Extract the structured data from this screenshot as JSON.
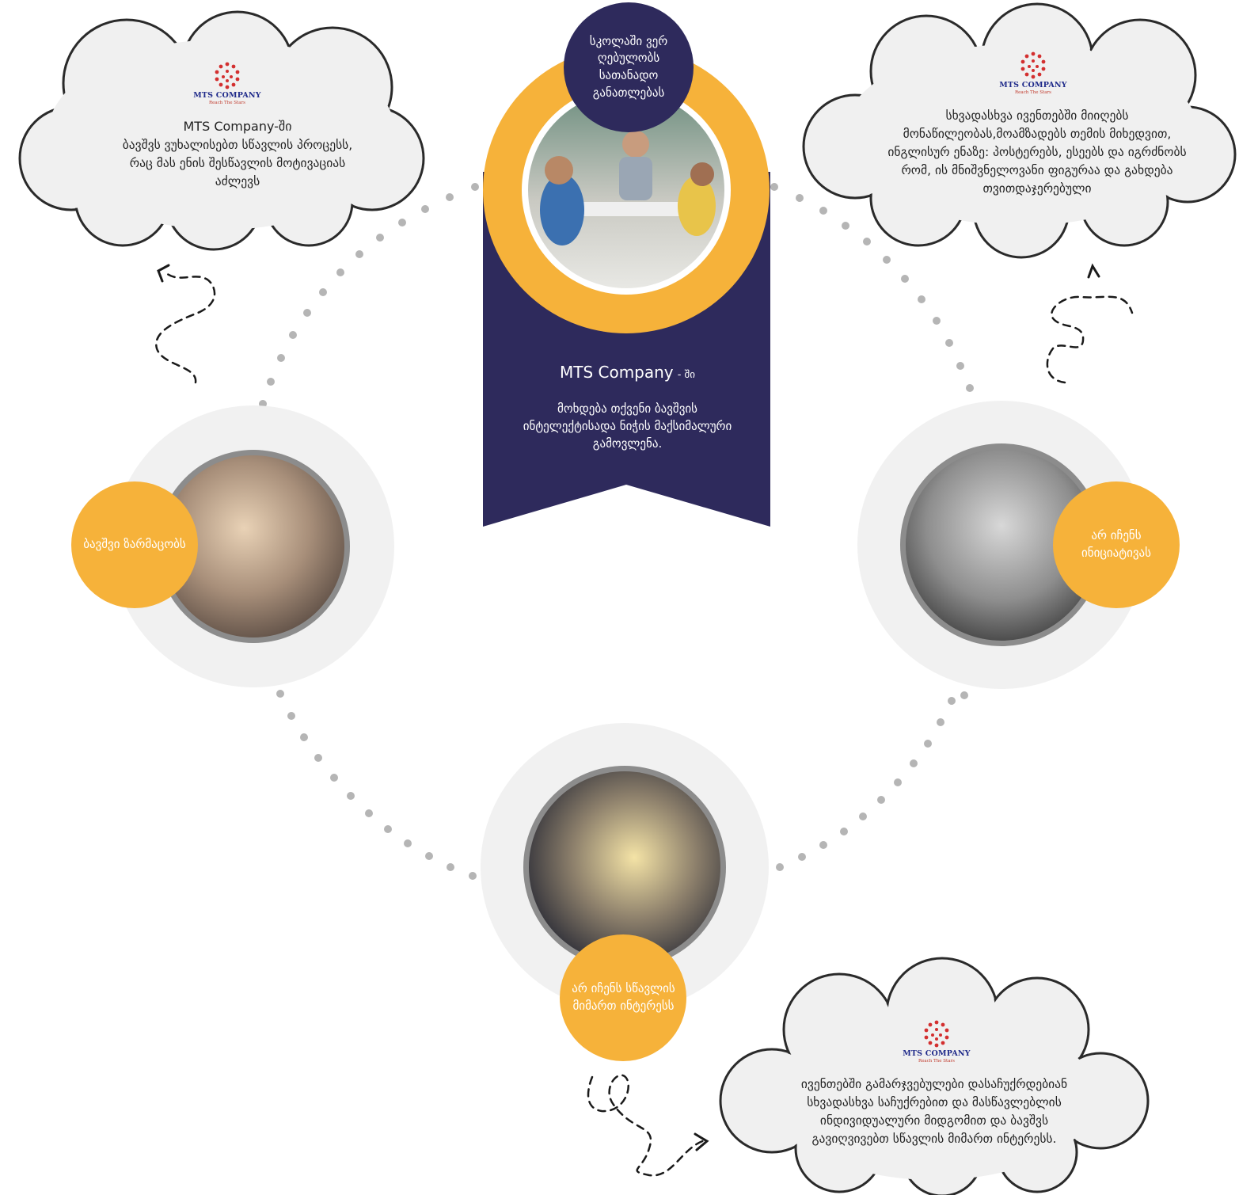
{
  "ribbon": {
    "badge_text": "სკოლაში ვერ ღებულობს სათანადო განათლებას",
    "title": "MTS Company",
    "title_suffix": "- ში",
    "description": "მოხდება თქვენი ბავშვის ინტელექტისადა ნიჭის მაქსიმალური გამოვლენა."
  },
  "clouds": {
    "top_left": {
      "heading": "MTS Company-ში",
      "text": "ბავშვს ვუხალისებთ სწავლის პროცესს, რაც მას ენის შესწავლის მოტივაციას აძლევს"
    },
    "top_right": {
      "text": "სხვადასხვა ივენთებში მიიღებს მონაწილეობას,მოამზადებს თემის მიხედვით, ინგლისურ ენაზე: პოსტერებს, ესეებს და იგრძნობს რომ, ის მნიშვნელოვანი ფიგურაა და გახდება თვითდაჯერებული"
    },
    "bottom_right": {
      "text": "ივენთებში გამარჯვებულები დასაჩუქრდებიან სხვადასხვა საჩუქრებით და მასწავლებლის ინდივიდუალური მიდგომით და ბავშვს გავიღვივებთ სწავლის მიმართ ინტერესს."
    }
  },
  "logo": {
    "name": "MTS COMPANY",
    "tagline": "Reach The Stars"
  },
  "problems": {
    "left": "ბავშვი ზარმაცობს",
    "right": "არ იჩენს ინიციატივას",
    "bottom": "არ იჩენს სწავლის მიმართ ინტერესს"
  },
  "colors": {
    "navy": "#2e2a5c",
    "orange": "#f6b23a",
    "light_grey": "#f1f1f1",
    "ring_grey": "#8c8c8c",
    "dots": "#b5b5b5",
    "cloud_fill": "#f0f0f0"
  }
}
